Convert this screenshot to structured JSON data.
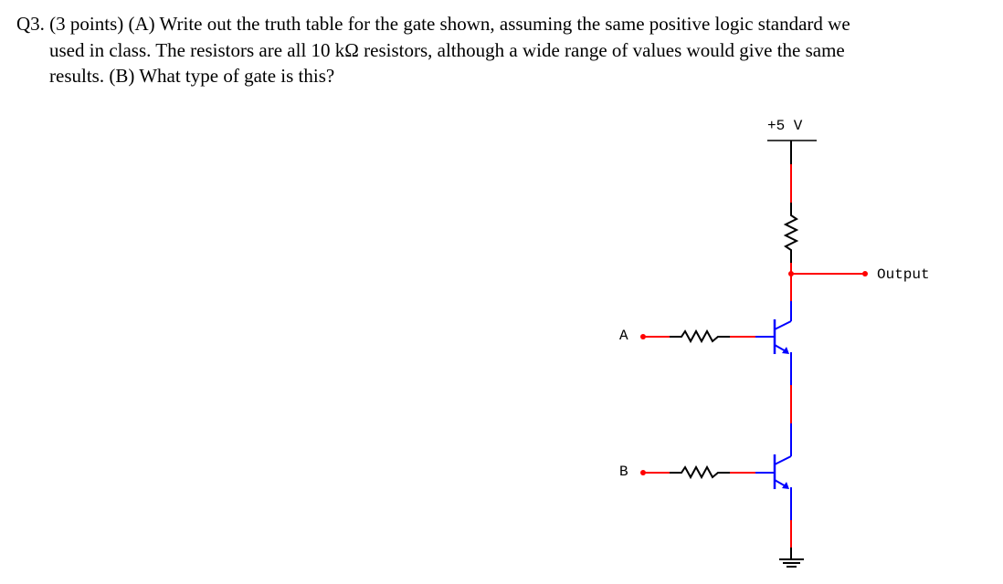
{
  "question": {
    "lines": [
      "Q3.  (3 points) (A) Write out the truth table for the gate shown, assuming the same positive logic standard we",
      "used in class.  The resistors are all 10 kΩ resistors, although a wide range of values would give the same",
      "results.  (B) What type of gate is this?"
    ]
  },
  "circuit": {
    "supply_label": "+5 V",
    "output_label": "Output",
    "input_a_label": "A",
    "input_b_label": "B",
    "colors": {
      "wire_active": "#ff0000",
      "wire_transistor": "#0000ff",
      "wire_neutral": "#000000"
    }
  }
}
